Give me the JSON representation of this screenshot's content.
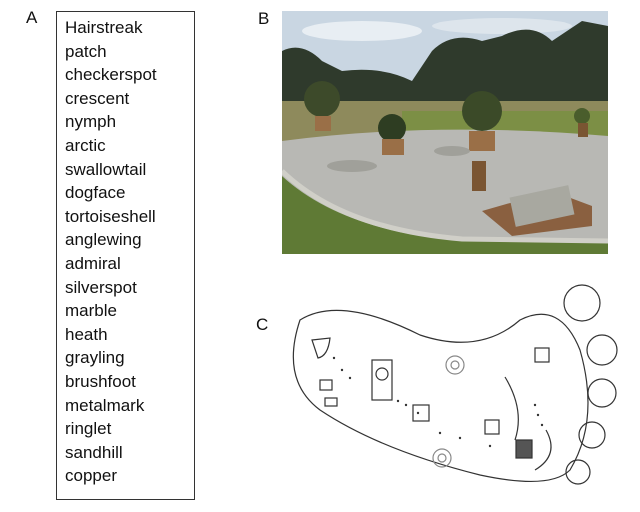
{
  "panels": {
    "a": {
      "label": "A",
      "species_list": [
        "Hairstreak",
        "patch",
        "checkerspot",
        "crescent",
        "nymph",
        "arctic",
        "swallowtail",
        "dogface",
        "tortoiseshell",
        "anglewing",
        "admiral",
        "silverspot",
        "marble",
        "heath",
        "grayling",
        "brushfoot",
        "metalmark",
        "ringlet",
        "sandhill",
        "copper"
      ]
    },
    "b": {
      "label": "B",
      "image_description": "Photograph of a footprint-shaped garden with gravel, potted shrubs, logs and rocks, trees and sky in background"
    },
    "c": {
      "label": "C",
      "image_description": "Hand-drawn sketch of a footprint-shaped garden layout with toes, plants, containers, and dotted paths"
    }
  },
  "colors": {
    "sky": "#c9d6e2",
    "trees": "#2f3a2c",
    "grass": "#7c8f45",
    "gravel": "#b8b8b4",
    "ink": "#333333"
  }
}
